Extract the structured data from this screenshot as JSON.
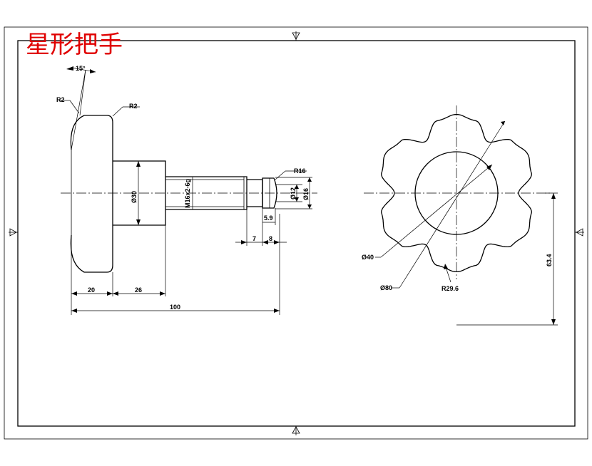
{
  "title": "星形把手",
  "side_view": {
    "angle_label": "15°",
    "radius_left": "R2",
    "radius_top": "R2",
    "diameter_hub": "Ø30",
    "thread": "M16x2-6g",
    "diameter_12": "Ø12",
    "diameter_16": "Ø16",
    "radius_end": "R16",
    "len_5_9": "5.9",
    "len_7": "7",
    "len_8": "8",
    "len_20": "20",
    "len_26": "26",
    "len_100": "100"
  },
  "front_view": {
    "diameter_inner": "Ø40",
    "diameter_outer": "Ø80",
    "radius_lobe": "R29.6",
    "height": "63.4"
  }
}
